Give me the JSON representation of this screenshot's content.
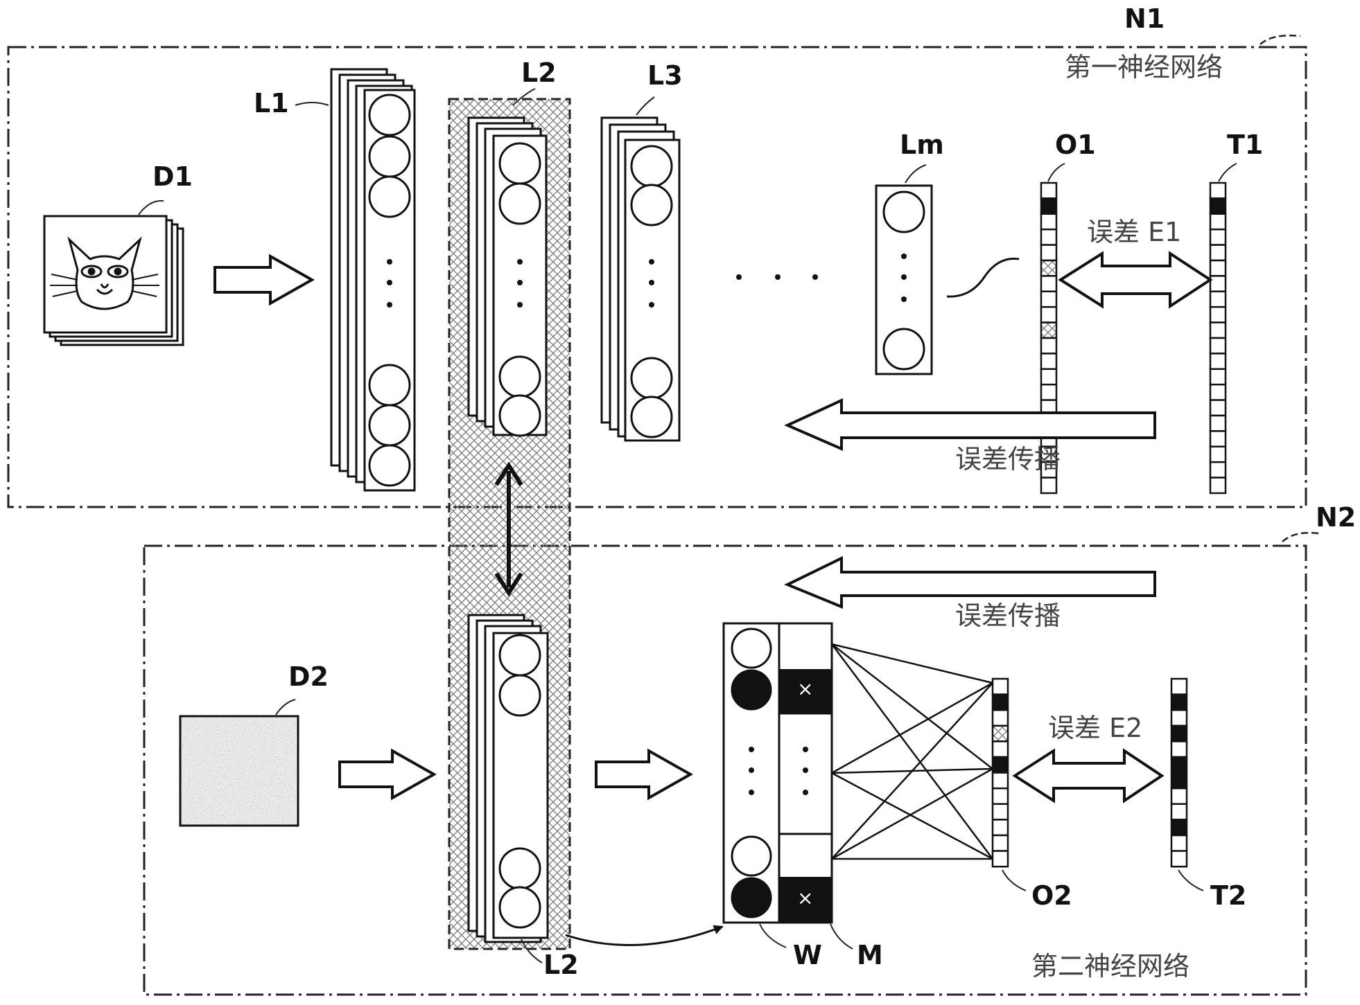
{
  "network1": {
    "tag": "N1",
    "caption": "第一神经网络",
    "input_label": "D1",
    "layer_labels": [
      "L1",
      "L2",
      "L3",
      "Lm"
    ],
    "output_label": "O1",
    "target_label": "T1",
    "error_label": "误差 E1",
    "backprop_label": "误差传播"
  },
  "network2": {
    "tag": "N2",
    "caption": "第二神经网络",
    "input_label": "D2",
    "shared_layer_label": "L2",
    "weight_label": "W",
    "mask_label": "M",
    "output_label": "O2",
    "target_label": "T2",
    "error_label": "误差 E2",
    "backprop_label": "误差传播",
    "mask_mark": "×"
  }
}
